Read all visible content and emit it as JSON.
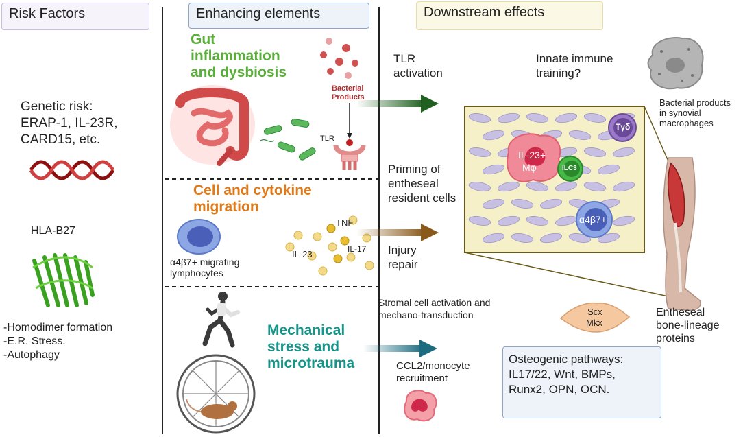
{
  "headers": {
    "risk": "Risk Factors",
    "enhancing": "Enhancing elements",
    "downstream": "Downstream effects"
  },
  "risk": {
    "genetic": [
      "Genetic risk:",
      "ERAP-1, IL-23R,",
      "CARD15, etc."
    ],
    "hla": "HLA-B27",
    "hla_effects": [
      "-Homodimer formation",
      "-E.R. Stress.",
      "-Autophagy"
    ]
  },
  "enhancing": {
    "gut_title": [
      "Gut",
      "inflammation",
      "and dysbiosis"
    ],
    "bacterial_products": [
      "Bacterial",
      "Products"
    ],
    "tlr": "TLR",
    "cell_title": [
      "Cell and cytokine",
      "migration"
    ],
    "lymphocytes": [
      "α4β7+ migrating",
      "lymphocytes"
    ],
    "tnf": "TNF",
    "il23": "IL-23",
    "il17": "IL-17",
    "mech_title": [
      "Mechanical",
      "stress and",
      "microtrauma"
    ]
  },
  "downstream": {
    "tlr_activation": [
      "TLR",
      "activation"
    ],
    "innate": [
      "Innate immune",
      "training?"
    ],
    "synovial": [
      "Bacterial products",
      "in synovial",
      "macrophages"
    ],
    "priming": [
      "Priming of",
      "entheseal",
      "resident cells"
    ],
    "injury": [
      "Injury",
      "repair"
    ],
    "stromal": [
      "Stromal cell activation  and",
      "mechano-transduction"
    ],
    "ccl2": [
      "CCL2/monocyte",
      "recruitment"
    ],
    "cells": {
      "il23": [
        "IL-23+",
        "Mφ"
      ],
      "ilc3": "ILC3",
      "a4b7": "α4β7+",
      "tgd": "Tγδ"
    },
    "scx": [
      "Scx",
      "Mkx"
    ],
    "entheseal_proteins": [
      "Entheseal",
      "bone-lineage",
      "proteins"
    ],
    "osteogenic": [
      "Osteogenic pathways:",
      "IL17/22, Wnt, BMPs,",
      "Runx2, OPN, OCN."
    ]
  },
  "colors": {
    "gut": "#5aae3a",
    "cell": "#e07a18",
    "mech": "#16958a",
    "arrow_green": "#1f5f1f",
    "arrow_brown": "#8a5a1c",
    "arrow_teal": "#1c6c80"
  }
}
